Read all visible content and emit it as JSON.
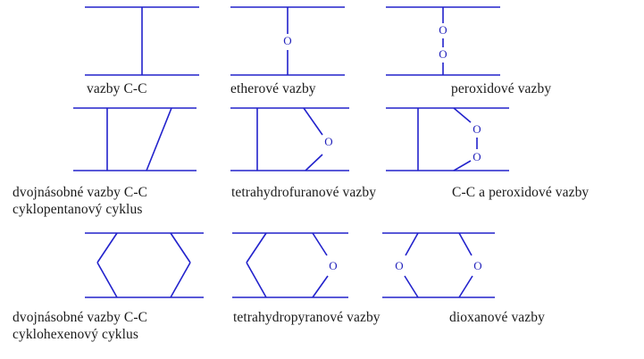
{
  "figure": {
    "title": "",
    "bond_color": "#2222cc",
    "text_color": "#1a1a1a",
    "background": "#ffffff",
    "atom_label": "O"
  },
  "rows": [
    {
      "id": "row-1",
      "cells": [
        {
          "id": "vazby-c-c",
          "caption": "vazby C-C",
          "caption2": "",
          "structure": "c-c-single-bond",
          "oxygen_count": 0
        },
        {
          "id": "etherove-vazby",
          "caption": "etherové vazby",
          "caption2": "",
          "structure": "ether-bridge",
          "oxygen_count": 1
        },
        {
          "id": "peroxidove-vazby",
          "caption": "peroxidové vazby",
          "caption2": "",
          "structure": "peroxide-bridge",
          "oxygen_count": 2
        }
      ]
    },
    {
      "id": "row-2",
      "cells": [
        {
          "id": "dvojnasobne-vazby-cyklopentan",
          "caption": "dvojnásobné vazby C-C",
          "caption2": "cyklopentanový cyklus",
          "structure": "cyclopentane-double",
          "oxygen_count": 0
        },
        {
          "id": "tetrahydrofuranove-vazby",
          "caption": "tetrahydrofuranové vazby",
          "caption2": "",
          "structure": "tetrahydrofuran",
          "oxygen_count": 1
        },
        {
          "id": "cc-a-peroxidove-vazby",
          "caption": "C-C a peroxidové vazby",
          "caption2": "",
          "structure": "cc-and-peroxide",
          "oxygen_count": 2
        }
      ]
    },
    {
      "id": "row-3",
      "cells": [
        {
          "id": "dvojnasobne-vazby-cyklohexen",
          "caption": "dvojnásobné vazby C-C",
          "caption2": "cyklohexenový cyklus",
          "structure": "cyclohexene-ring",
          "oxygen_count": 0
        },
        {
          "id": "tetrahydropyranove-vazby",
          "caption": "tetrahydropyranové vazby",
          "caption2": "",
          "structure": "tetrahydropyran",
          "oxygen_count": 1
        },
        {
          "id": "dioxanove-vazby",
          "caption": "dioxanové vazby",
          "caption2": "",
          "structure": "dioxane-ring",
          "oxygen_count": 2
        }
      ]
    }
  ],
  "atom_labels": {
    "ether_o": "O",
    "peroxide_o_top": "O",
    "peroxide_o_bottom": "O",
    "thf_o": "O",
    "ccperoxide_o_top": "O",
    "ccperoxide_o_bottom": "O",
    "thp_o": "O",
    "dioxane_o_left": "O",
    "dioxane_o_right": "O"
  }
}
